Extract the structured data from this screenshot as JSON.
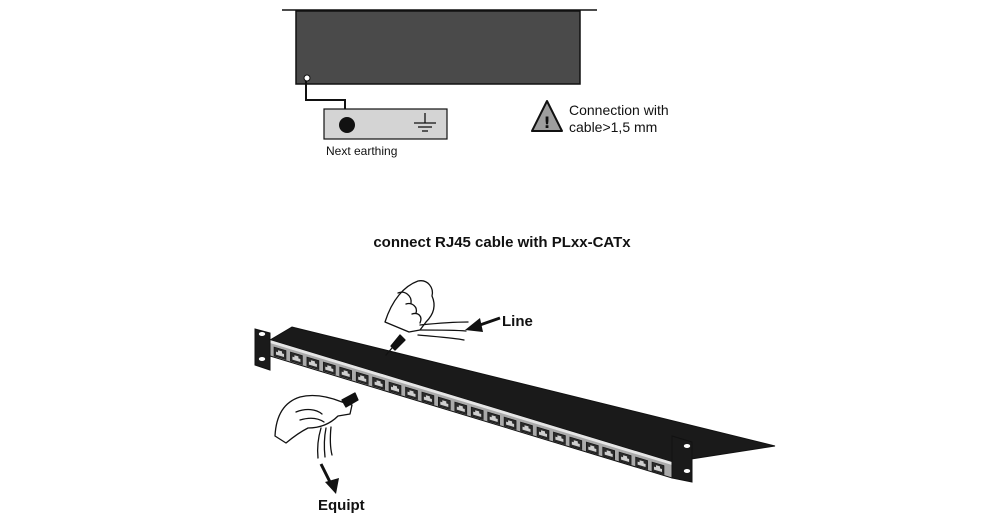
{
  "earthing": {
    "caption": "Next earthing",
    "warning_icon": "warning-triangle-icon",
    "warning_lines": [
      "Connection with",
      "cable>1,5 mm"
    ]
  },
  "patch_panel": {
    "title": "connect RJ45 cable with PLxx-CATx",
    "line_label": "Line",
    "equipt_label": "Equipt",
    "port_count": 24
  },
  "colors": {
    "device_fill": "#4a4a4a",
    "earth_box_fill": "#d4d4d4",
    "panel_face": "#aaaaaa",
    "panel_top": "#1a1a1a",
    "warning_fill": "#9e9e9e"
  }
}
